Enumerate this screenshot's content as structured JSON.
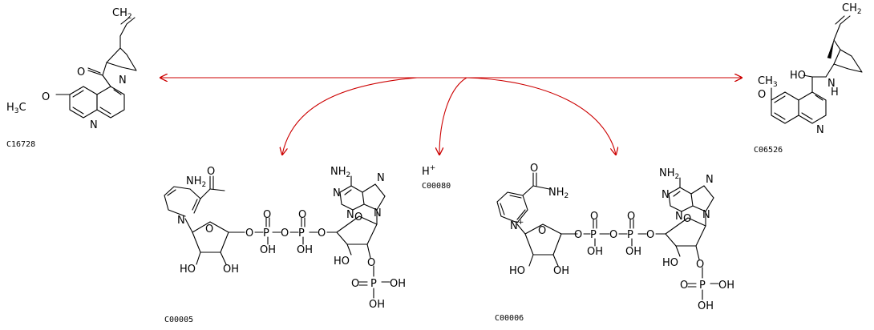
{
  "compounds": {
    "left_top": {
      "id": "C16728"
    },
    "right_top": {
      "id": "C06526"
    },
    "proton": {
      "id": "C00080",
      "formula": "H",
      "charge": "+"
    },
    "nadph": {
      "id": "C00005"
    },
    "nadp": {
      "id": "C00006"
    }
  },
  "atoms": {
    "O": "O",
    "N": "N",
    "H": "H",
    "HO": "HO",
    "OH": "OH",
    "NH2": "NH",
    "sub2": "2",
    "H3C_left": "H",
    "H3C_sub": "3",
    "H3C_c": "C",
    "CH3": "CH",
    "CH3_sub": "3",
    "CH2": "CH",
    "CH2_sub": "2",
    "P": "P",
    "Nplus_charge": "+"
  },
  "colors": {
    "arrow": "#cc0000",
    "structure": "#000000",
    "background": "#ffffff"
  }
}
